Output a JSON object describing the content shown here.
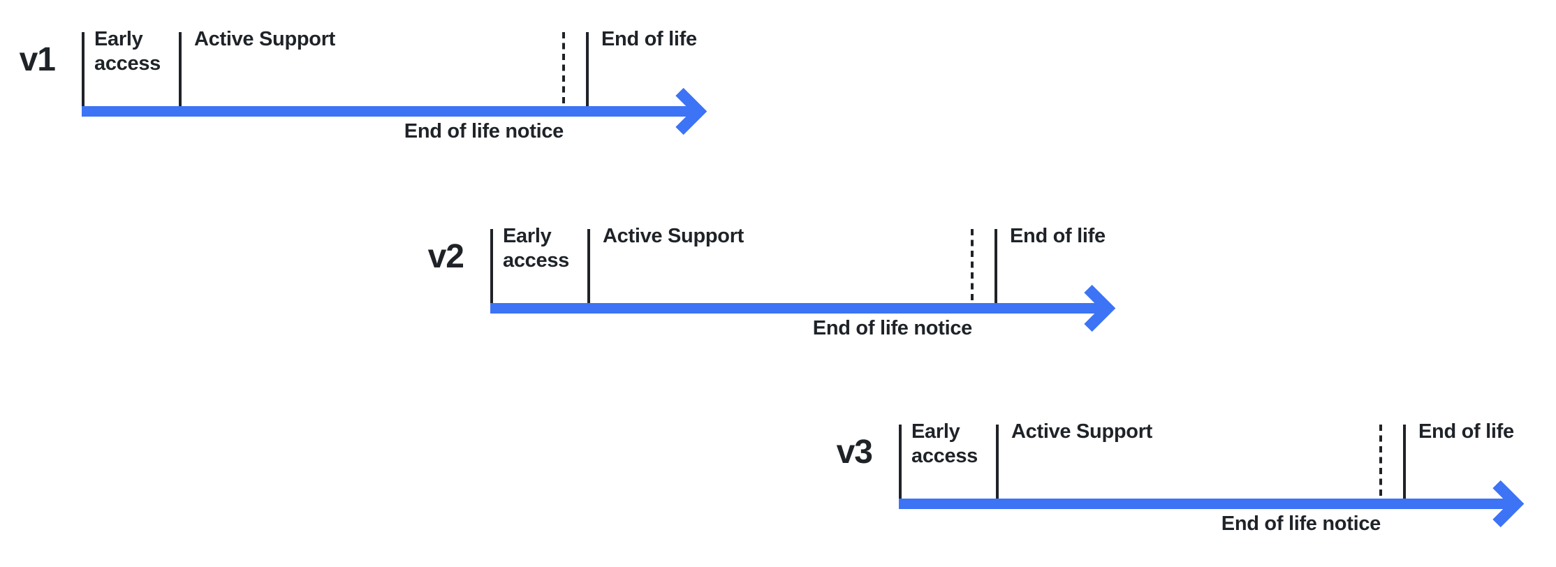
{
  "colors": {
    "arrow_blue": "#3D73F5",
    "ink": "#1F2328"
  },
  "timelines": [
    {
      "version": "v1",
      "early_access_label": "Early access",
      "active_support_label": "Active Support",
      "end_of_life_label": "End of life",
      "end_of_life_notice_label": "End of life notice"
    },
    {
      "version": "v2",
      "early_access_label": "Early access",
      "active_support_label": "Active Support",
      "end_of_life_label": "End of life",
      "end_of_life_notice_label": "End of life notice"
    },
    {
      "version": "v3",
      "early_access_label": "Early access",
      "active_support_label": "Active Support",
      "end_of_life_label": "End of life",
      "end_of_life_notice_label": "End of life notice"
    }
  ]
}
